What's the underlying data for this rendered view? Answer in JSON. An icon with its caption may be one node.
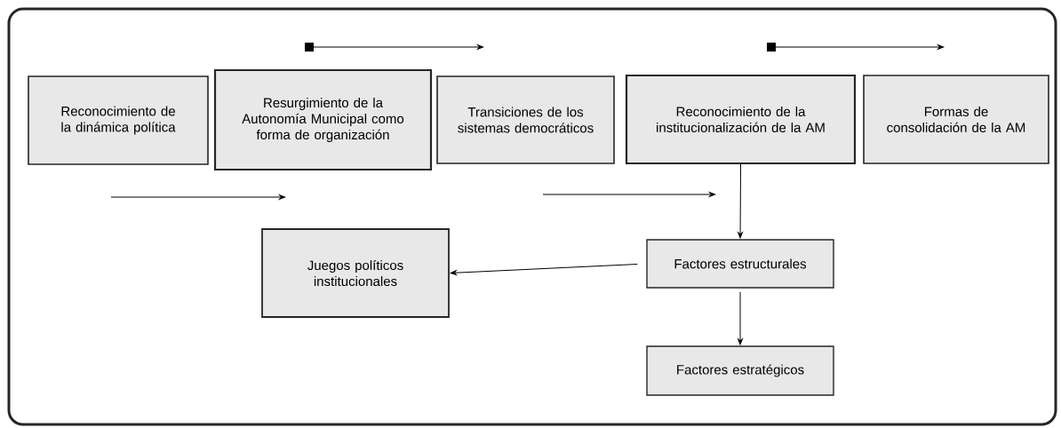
{
  "diagram": {
    "nodes": [
      {
        "text": [
          "Reconocimiento de la dinámica política"
        ]
      },
      {
        "text": [
          "Resurgimiento de la Autonomía Municipal como forma de organización"
        ]
      },
      {
        "text": [
          "Transiciones de los sistemas democráticos"
        ]
      },
      {
        "text": [
          "Reconocimiento de la institucionalización de la AM"
        ]
      },
      {
        "text": [
          "Formas de consolidación de la AM"
        ]
      },
      {
        "text": [
          "Juegos políticos institucionales"
        ]
      },
      {
        "text": [
          "Factores estructurales"
        ]
      },
      {
        "text": [
          "Factores estratégicos"
        ]
      }
    ],
    "edges": [
      {
        "from": 3,
        "to": 6,
        "arrow": "to"
      },
      {
        "from": 6,
        "to": 5,
        "arrow": "to"
      },
      {
        "from": 6,
        "to": 7,
        "arrow": "to"
      }
    ]
  }
}
